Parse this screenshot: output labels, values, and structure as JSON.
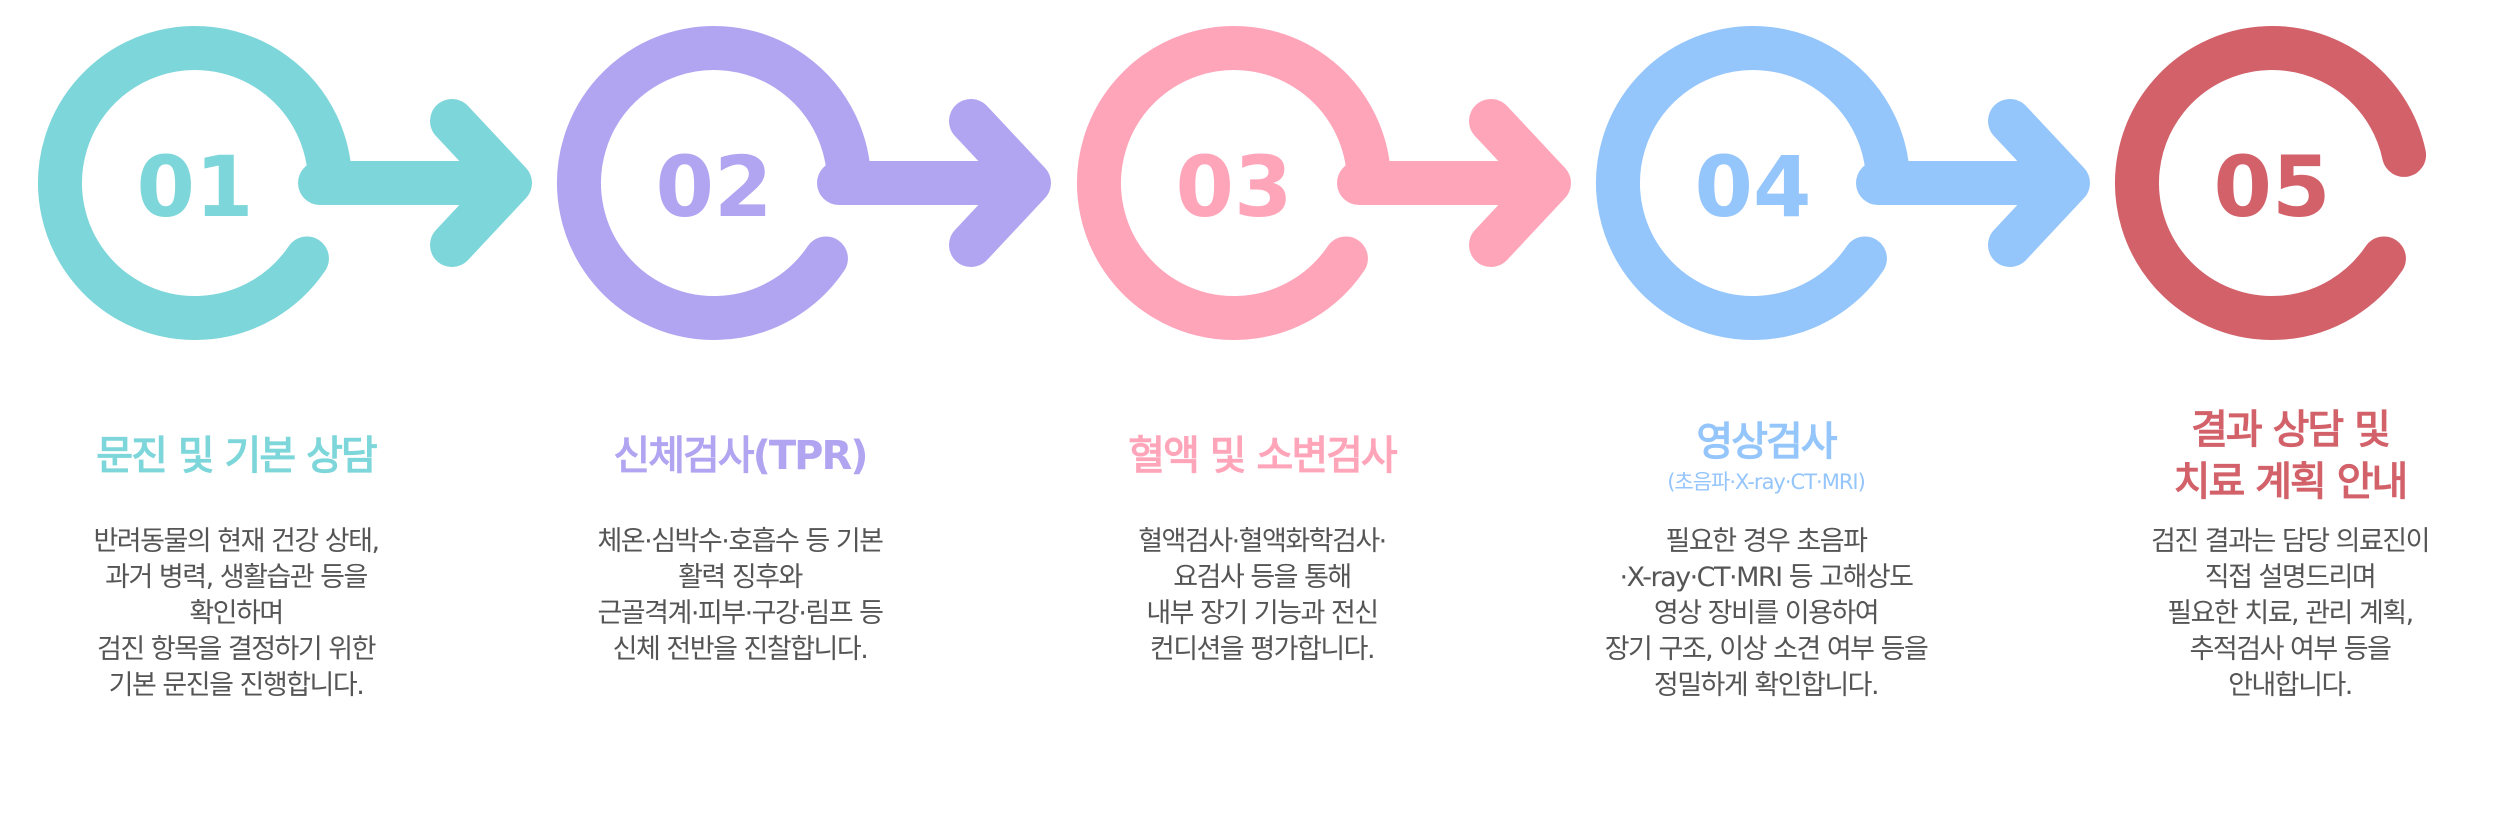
{
  "steps": [
    {
      "number": "01",
      "color": "#7dd6da",
      "title": [
        "문진 및 기본 상담"
      ],
      "subtitle": "",
      "body": [
        "반려동물의 현재 건강 상태,",
        "과거 병력, 생활습관 등을",
        "확인하며",
        "검진 항목을 결정하기 위한",
        "기본 문진을 진행합니다."
      ]
    },
    {
      "number": "02",
      "color": "#b1a5f2",
      "title": [
        "신체검사(TPR)"
      ],
      "subtitle": "",
      "body": [
        "체온·심박수·호흡수 등 기본",
        "활력 징후와",
        "근골격계·피부·구강·림프 등",
        "신체 전반을 진찰합니다."
      ]
    },
    {
      "number": "03",
      "color": "#ffa5ba",
      "title": [
        "혈액 및 소변검사"
      ],
      "subtitle": "",
      "body": [
        "혈액검사·혈액화학검사·",
        "요검사 등을 통해",
        "내부 장기 기능과 전신",
        "컨디션을 평가합니다."
      ]
    },
    {
      "number": "04",
      "color": "#94c5fb",
      "title": [
        "영상검사"
      ],
      "subtitle": "(초음파·X-ray·CT·MRI)",
      "body": [
        "필요한 경우 초음파",
        "·X-ray·CT·MRI 등 고해상도",
        "영상 장비를 이용하여",
        "장기 구조, 이상 소견 여부 등을",
        "정밀하게 확인합니다."
      ]
    },
    {
      "number": "05",
      "color": "#d2616a",
      "title": [
        "결과 상담 및",
        "치료 계획 안내"
      ],
      "subtitle": "",
      "body": [
        "검진 결과는 담당 의료진이",
        "직접 설명드리며",
        "필요한 치료, 관리 계획,",
        "추적검사 여부 등을",
        "안내합니다."
      ]
    }
  ]
}
